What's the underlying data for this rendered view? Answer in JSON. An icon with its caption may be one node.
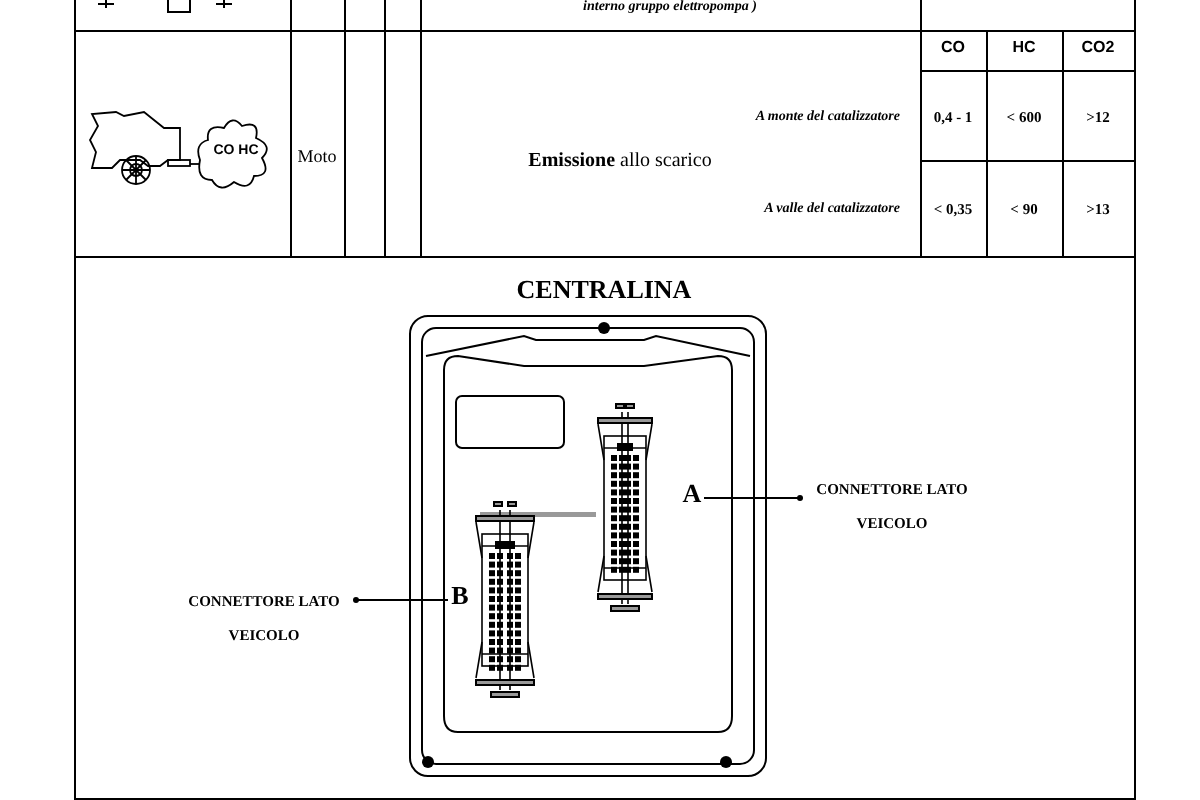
{
  "diagram": {
    "nodes": [
      {
        "text": [
          "CO HC"
        ]
      },
      {
        "text": [
          "A"
        ]
      },
      {
        "text": [
          "CONNETTORE LATO VEICOLO"
        ]
      },
      {
        "text": [
          "B"
        ]
      },
      {
        "text": [
          "CONNETTORE LATO VEICOLO"
        ]
      }
    ],
    "edges": [
      {
        "from": 1,
        "to": 2,
        "arrow": "other"
      },
      {
        "from": 3,
        "to": 4,
        "arrow": "other"
      }
    ],
    "labels": [
      "interno gruppo elettropompa )",
      "CO",
      "HC",
      "CO2",
      "Moto",
      "A monte del catalizzatore",
      "0,4 - 1",
      "< 600",
      ">12",
      "**Emissione** allo scarico",
      "A valle del catalizzatore",
      "< 0,35",
      "< 90",
      ">13",
      "CENTRALINA"
    ]
  }
}
